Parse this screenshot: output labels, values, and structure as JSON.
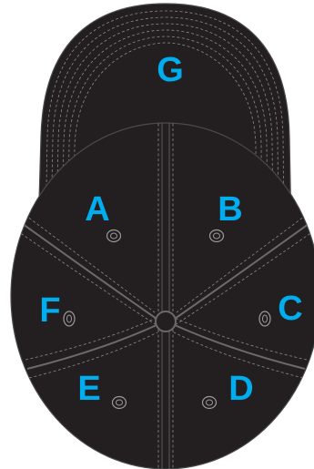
{
  "diagram": {
    "panels": {
      "visor": "G",
      "front_left": "A",
      "front_right": "B",
      "left_side": "F",
      "right_side": "C",
      "back_left": "E",
      "back_right": "D"
    }
  },
  "colors": {
    "cap_fill": "#231f20",
    "outline": "#4a4a4a",
    "seam": "#5a5a5a",
    "stitching": "#8a8a8a",
    "eyelet": "#9a9a9a",
    "label": "#00aeef",
    "background": "#ffffff"
  },
  "icons": {
    "eyelet": "eyelet-icon",
    "button": "crown-button-icon"
  }
}
